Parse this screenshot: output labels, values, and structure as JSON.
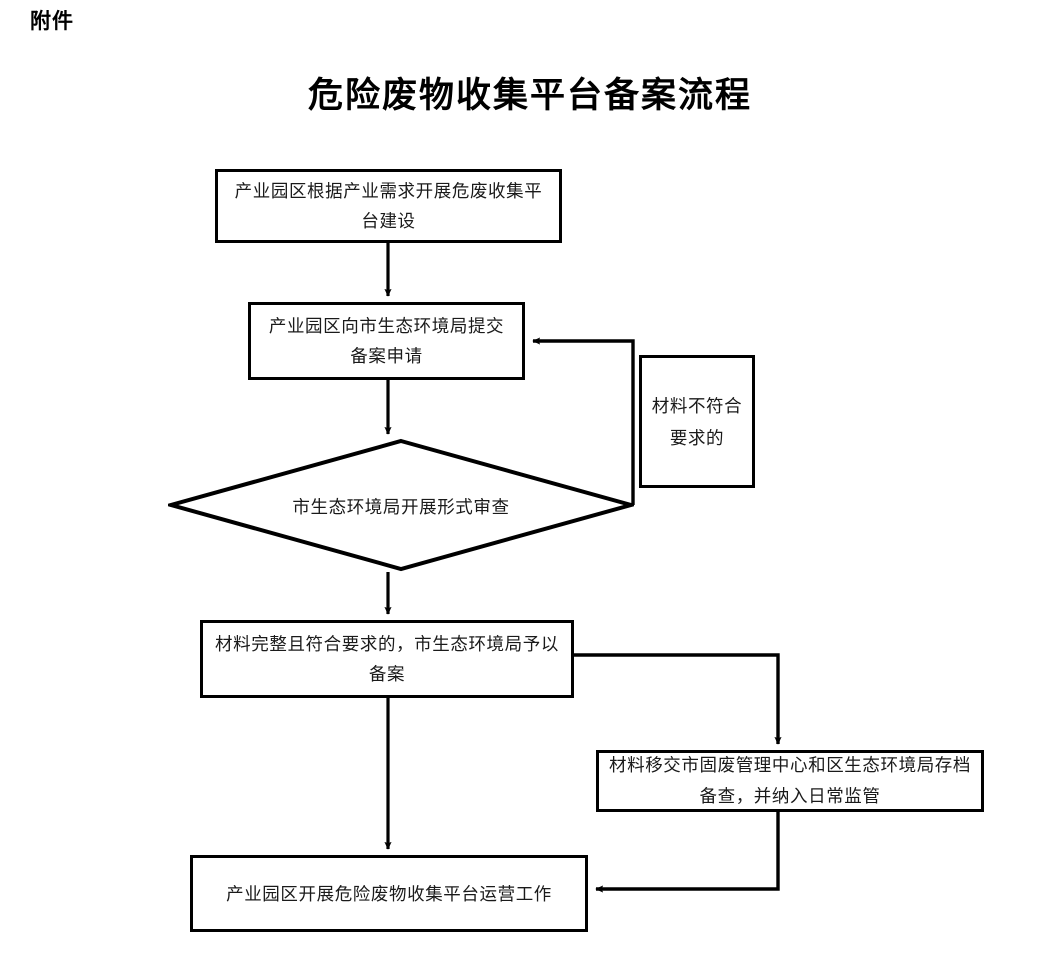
{
  "document": {
    "attachment_label": "附件",
    "title": "危险废物收集平台备案流程"
  },
  "colors": {
    "background": "#ffffff",
    "stroke": "#000000",
    "text": "#1a1a1a"
  },
  "chart_data": {
    "type": "diagram",
    "diagram_kind": "flowchart",
    "title": "危险废物收集平台备案流程",
    "orientation": "top-to-bottom",
    "nodes": [
      {
        "id": "park-build",
        "shape": "rectangle",
        "text": "产业园区根据产业需求开展危废收集平台建设"
      },
      {
        "id": "submit",
        "shape": "rectangle",
        "text": "产业园区向市生态环境局提交备案申请"
      },
      {
        "id": "review",
        "shape": "diamond",
        "text": "市生态环境局开展形式审查"
      },
      {
        "id": "reject-note",
        "shape": "rectangle",
        "text": "材料不符合要求的"
      },
      {
        "id": "record",
        "shape": "rectangle",
        "text": "材料完整且符合要求的，市生态环境局予以备案"
      },
      {
        "id": "archive",
        "shape": "rectangle",
        "text": "材料移交市固废管理中心和区生态环境局存档备查，并纳入日常监管"
      },
      {
        "id": "operate",
        "shape": "rectangle",
        "text": "产业园区开展危险废物收集平台运营工作"
      }
    ],
    "edges": [
      {
        "from": "park-build",
        "to": "submit",
        "label": "",
        "arrow": true
      },
      {
        "from": "submit",
        "to": "review",
        "label": "",
        "arrow": true
      },
      {
        "from": "review",
        "to": "record",
        "label": "",
        "arrow": true
      },
      {
        "from": "review",
        "to": "submit",
        "label": "材料不符合要求的",
        "arrow": true,
        "routing": "right-loop-up"
      },
      {
        "from": "record",
        "to": "operate",
        "label": "",
        "arrow": true
      },
      {
        "from": "record",
        "to": "archive",
        "label": "",
        "arrow": true,
        "routing": "right-then-down"
      },
      {
        "from": "archive",
        "to": "operate",
        "label": "",
        "arrow": true,
        "routing": "down-then-left"
      }
    ]
  }
}
